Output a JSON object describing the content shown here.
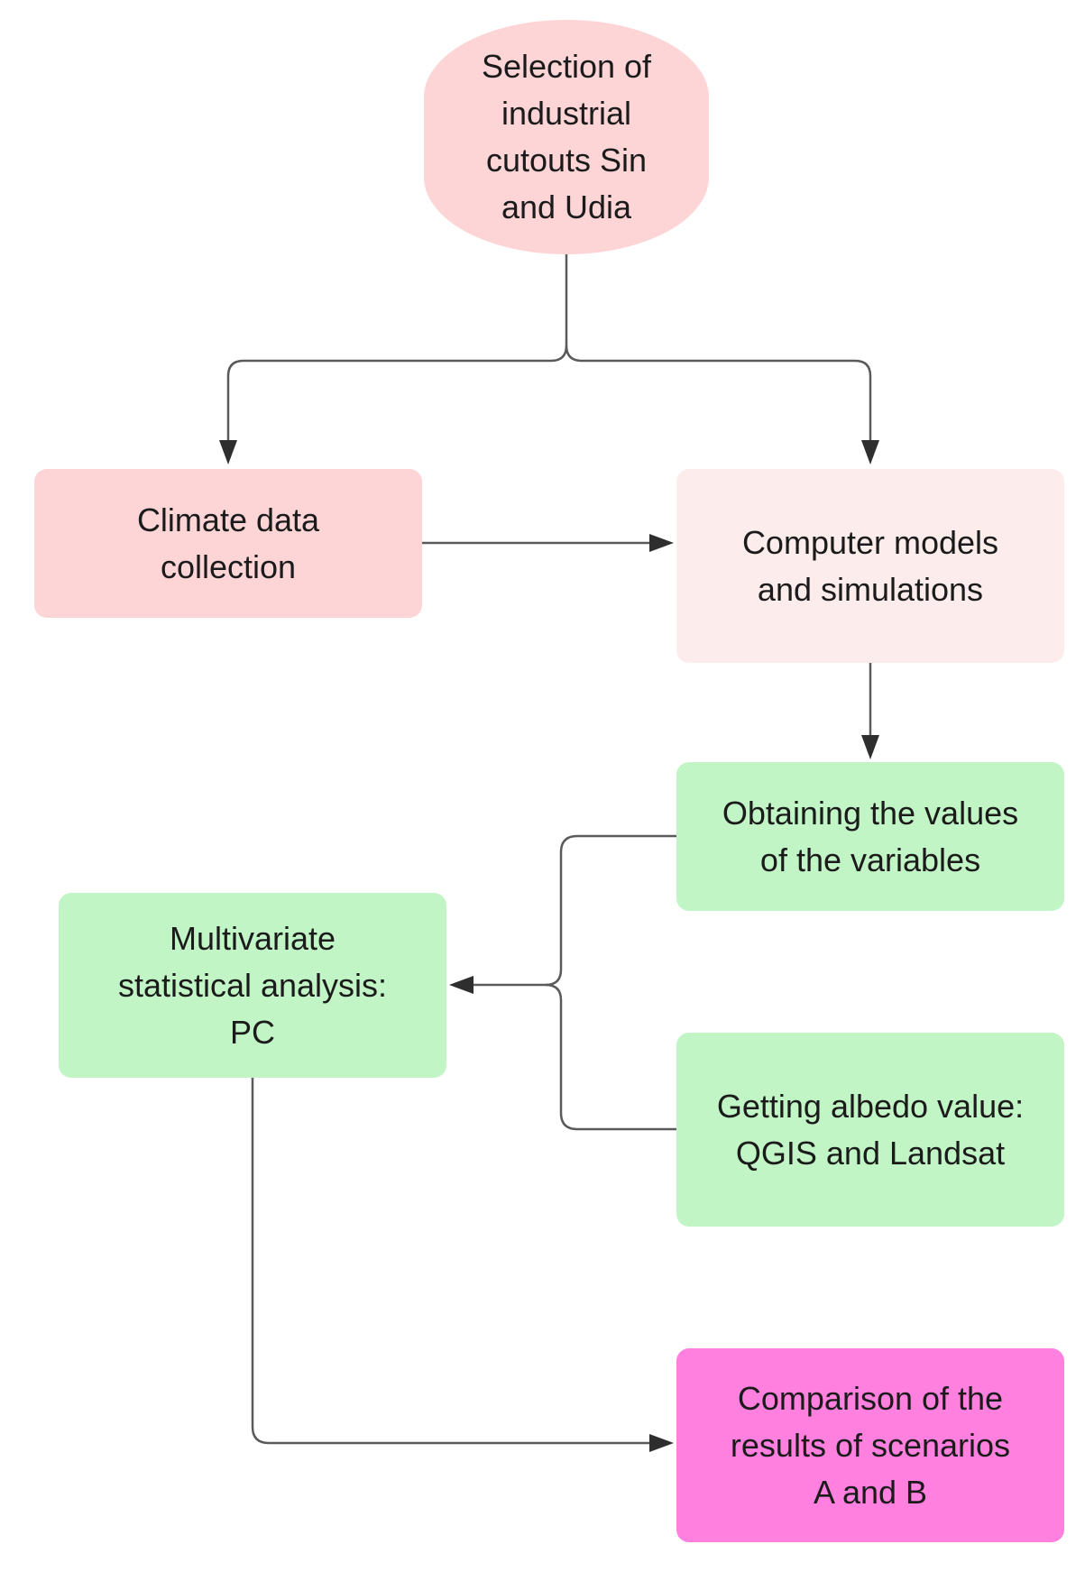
{
  "nodes": {
    "start": {
      "label": "Selection of\nindustrial\ncutouts Sin\nand Udia",
      "color": "#fdd5d7"
    },
    "climate": {
      "label": "Climate data\ncollection",
      "color": "#fdd5d7"
    },
    "models": {
      "label": "Computer models\nand simulations",
      "color": "#fdecec"
    },
    "obtain": {
      "label": "Obtaining the values\nof the variables",
      "color": "#c2f5c6"
    },
    "multivariate": {
      "label": "Multivariate\nstatistical analysis:\nPC",
      "color": "#c2f5c6"
    },
    "albedo": {
      "label": "Getting albedo value:\nQGIS and Landsat",
      "color": "#c2f5c6"
    },
    "comparison": {
      "label": "Comparison of the\nresults of scenarios\nA and B",
      "color": "#ff80df"
    }
  },
  "edges": [
    {
      "from": "start",
      "to": "climate"
    },
    {
      "from": "start",
      "to": "models"
    },
    {
      "from": "climate",
      "to": "models"
    },
    {
      "from": "models",
      "to": "obtain"
    },
    {
      "from": "obtain",
      "to": "multivariate"
    },
    {
      "from": "albedo",
      "to": "multivariate"
    },
    {
      "from": "multivariate",
      "to": "comparison"
    }
  ]
}
